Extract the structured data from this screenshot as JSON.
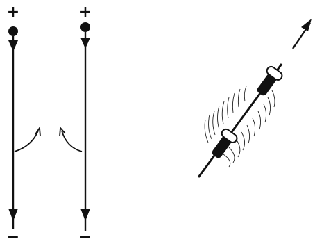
{
  "figure": {
    "colors": {
      "ink": "#111111",
      "background": "#ffffff"
    },
    "left_wire": {
      "top_label": "+",
      "bottom_label": "−"
    },
    "right_wire": {
      "top_label": "+",
      "bottom_label": "−"
    },
    "icons": [
      "positive-terminal-dot",
      "current-arrow",
      "curved-force-arrow",
      "magnet-needle",
      "motion-arrow"
    ]
  }
}
